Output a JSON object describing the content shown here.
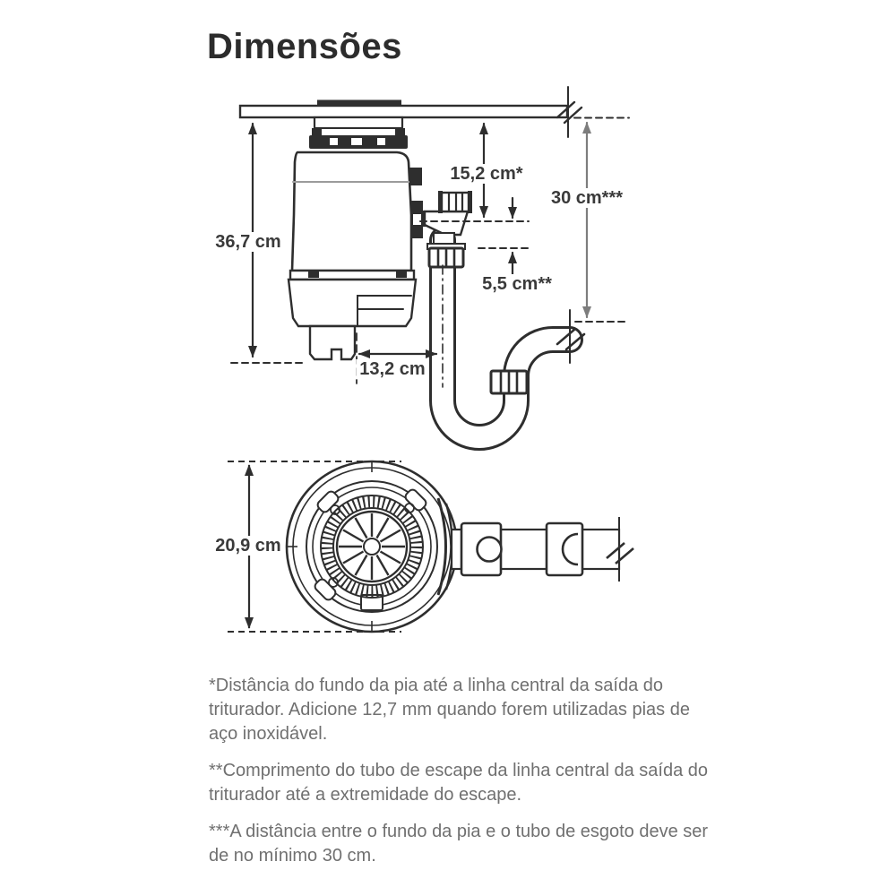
{
  "title": "Dimensões",
  "side_view": {
    "dim_unit_height": "36,7 cm",
    "dim_sink_to_outlet_center": "15,2 cm*",
    "dim_min_drain_clearance": "30 cm***",
    "dim_discharge_tube_length": "5,5 cm**",
    "dim_unit_width": "13,2 cm"
  },
  "top_view": {
    "dim_unit_diameter": "20,9 cm"
  },
  "footnotes": {
    "note_1": "*Distância do fundo da pia até a linha central da saída do triturador. Adicione 12,7 mm quando forem utilizadas pias de aço inoxidável.",
    "note_2": "**Comprimento do tubo de escape da linha central da saída do triturador até a extremidade do escape.",
    "note_3": "***A distância entre o fundo da pia e o tubo de esgoto deve ser de no mínimo 30 cm."
  },
  "colors": {
    "line": "#2e2e2e",
    "dimension_gray": "#7d7d7d",
    "label_text": "#3a3a3a",
    "footnote_text": "#707070"
  }
}
